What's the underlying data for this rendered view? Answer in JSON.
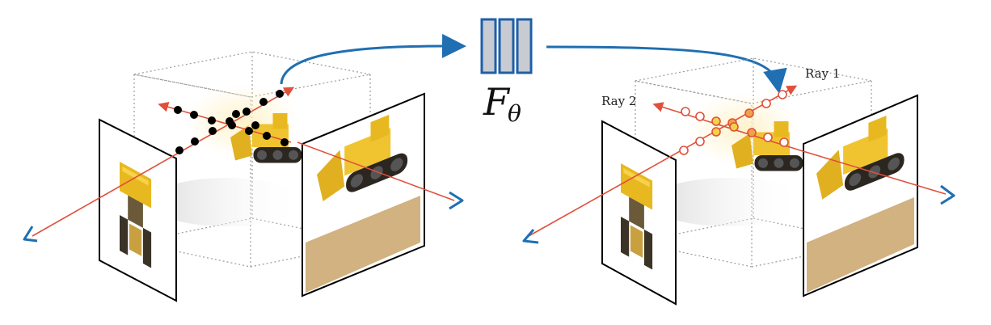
{
  "network": {
    "label": "F",
    "subscript": "θ",
    "colors": {
      "block_fill": "#c8ccd2",
      "block_stroke": "#1f5fa8"
    }
  },
  "rays": {
    "ray1_label": "Ray 1",
    "ray2_label": "Ray 2"
  },
  "colors": {
    "ray": "#e0503a",
    "arrow": "#1f6fb2",
    "sample_point": "#000000",
    "query_point_gold": "#f2d24a",
    "query_point_orange": "#f0a24a",
    "query_point_empty": "#ffffff",
    "cube_edges": "#9a9a9a",
    "image_frame": "#000000"
  },
  "panels": [
    {
      "name": "left-panel",
      "object": "bulldozer-scene"
    },
    {
      "name": "right-panel",
      "object": "bulldozer-scene"
    }
  ]
}
